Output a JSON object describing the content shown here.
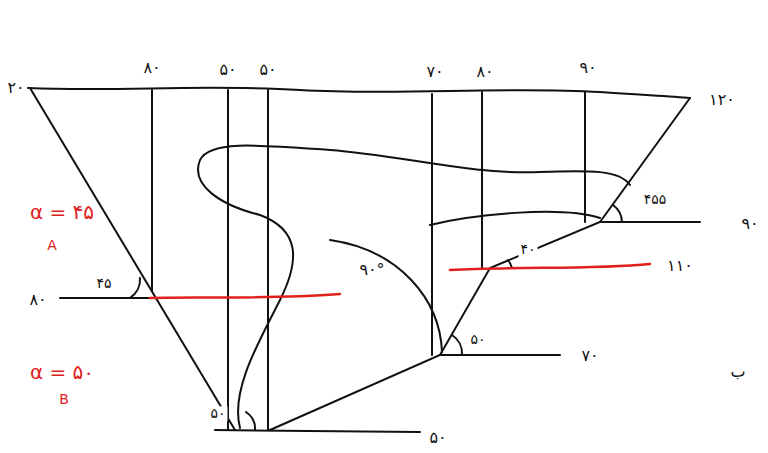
{
  "diagram": {
    "labels": [
      "۲۰",
      "۸۰",
      "۵۰",
      "۵۰",
      "۷۰",
      "۸۰",
      "۹۰",
      "۱۲۰",
      "۴۵۵",
      "۹۰",
      "۴۰",
      "۱۱۰",
      "۵۰",
      "۷۰",
      "α = ۴۵",
      "A",
      "۴۵",
      "۸۰",
      "α = ۵۰",
      "B",
      "۵۰",
      "۵۰",
      "۹۰°",
      "ب"
    ]
  }
}
